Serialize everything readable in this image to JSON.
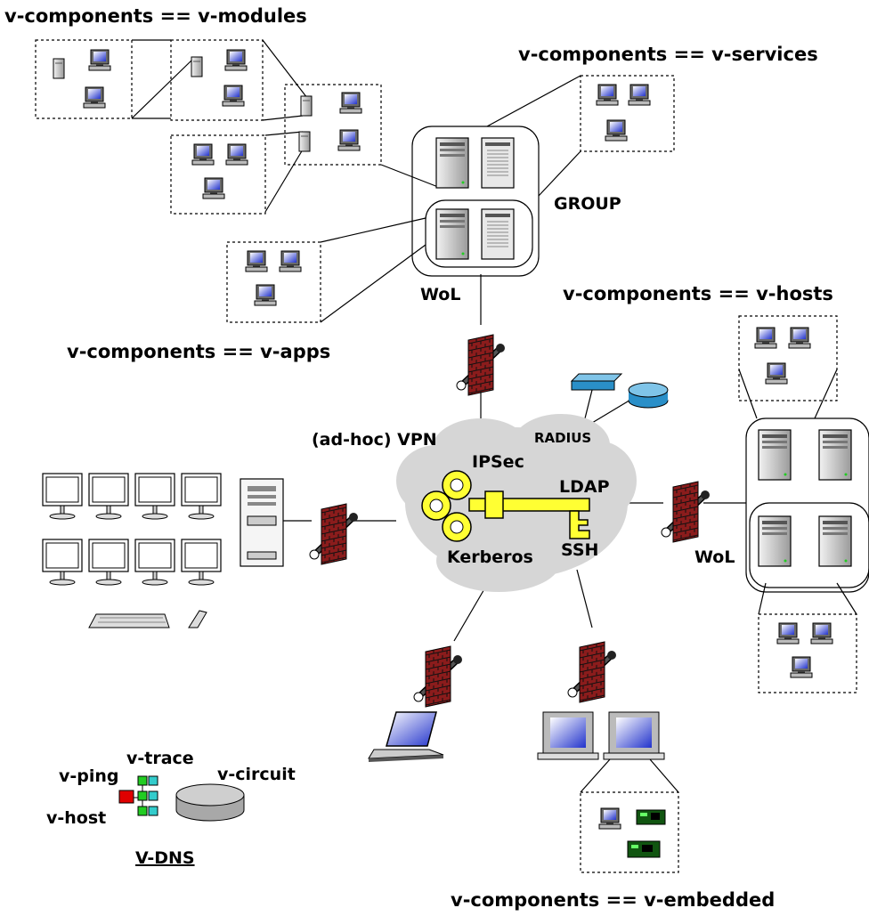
{
  "labels": {
    "modules": "v-components == v-modules",
    "services": "v-components == v-services",
    "group": "GROUP",
    "hosts": "v-components ==  v-hosts",
    "apps": "v-components == v-apps",
    "wol_top": "WoL",
    "wol_right": "WoL",
    "vpn": "(ad-hoc) VPN",
    "radius": "RADIUS",
    "ipsec": "IPSec",
    "ldap": "LDAP",
    "kerberos": "Kerberos",
    "ssh": "SSH",
    "embedded": "v-components ==  v-embedded"
  },
  "vdns": {
    "trace": "v-trace",
    "ping": "v-ping",
    "circuit": "v-circuit",
    "host": "v-host",
    "title": "V-DNS"
  },
  "colors": {
    "firewall": "#8b1c1c",
    "cloud": "#d6d6d6",
    "key": "#ffff33",
    "monitor_screen": "#1f2fc8",
    "router": "#2a8fc8",
    "vdns_host": "#e00000",
    "vdns_ping": "#22cc22",
    "vdns_trace": "#33cccc",
    "vdns_circuit": "#b0b0b0"
  }
}
